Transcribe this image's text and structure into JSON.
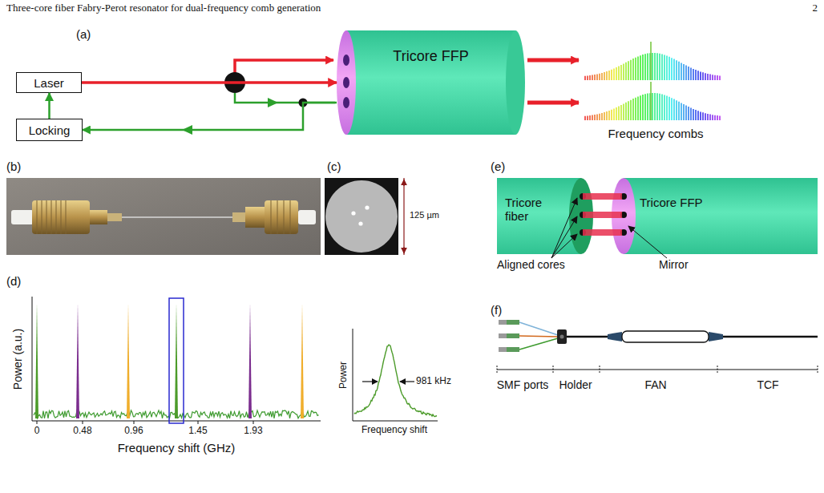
{
  "diagram": {
    "title": "Three-core fiber Fabry-Perot resonator for dual-frequency comb generation",
    "nodes": [
      {
        "text": [
          "Laser"
        ]
      },
      {
        "text": [
          "Tricore FFP"
        ]
      },
      {
        "text": [
          "Locking"
        ]
      },
      {
        "text": [
          "Tricore fiber"
        ]
      },
      {
        "text": [
          "Tricore FFP"
        ]
      }
    ],
    "edges": [
      {
        "from": 0,
        "to": 1,
        "arrow": "to"
      },
      {
        "from": 1,
        "to": 2,
        "arrow": "to"
      },
      {
        "from": 2,
        "to": 0,
        "arrow": "to"
      }
    ],
    "labels": [
      "2",
      "(a)",
      "Frequency combs",
      "(b)",
      "(c)",
      "125 µm",
      "(d)",
      "Power (a.u.)",
      "0",
      "0.48",
      "0.96",
      "1.45",
      "1.93",
      "Frequency shift (GHz)",
      "Power",
      "Frequency shift",
      "981 kHz",
      "(e)",
      "Aligned cores",
      "Mirror",
      "(f)",
      "SMF ports",
      "Holder",
      "FAN",
      "TCF"
    ]
  }
}
